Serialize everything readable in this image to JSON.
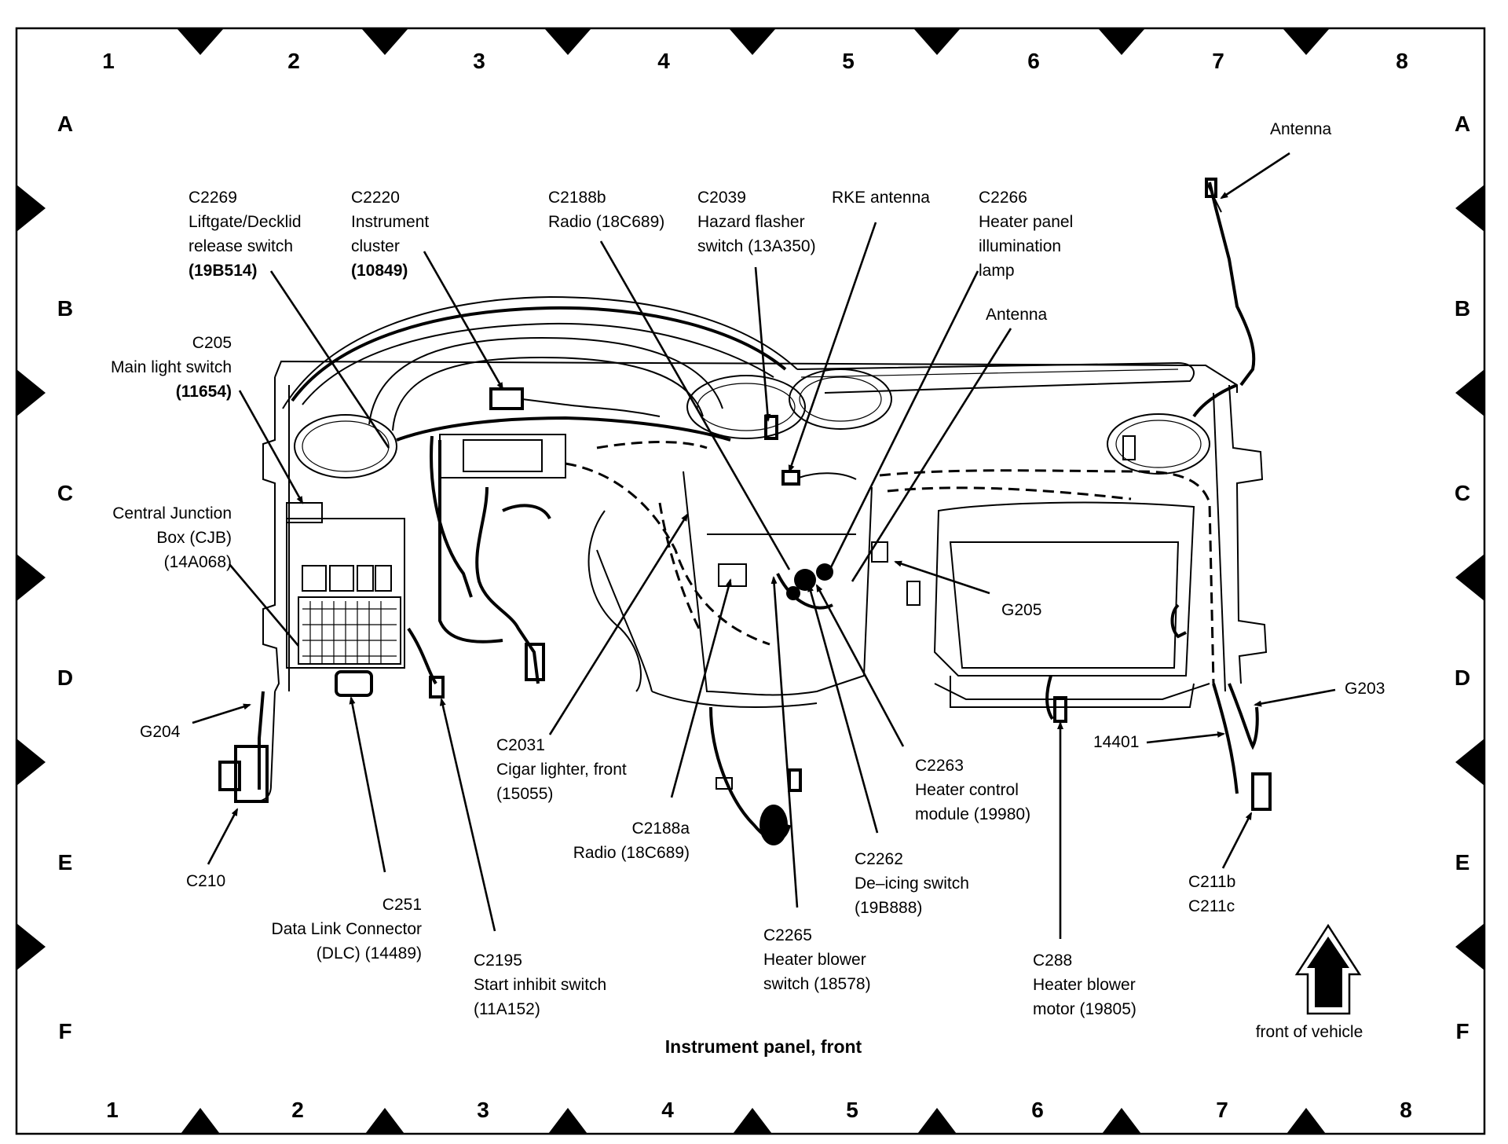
{
  "figure": {
    "title": "Instrument panel, front",
    "orientation_label": "front of vehicle",
    "orientation_icon": "up-arrow-icon"
  },
  "grid": {
    "columns": [
      "1",
      "2",
      "3",
      "4",
      "5",
      "6",
      "7",
      "8"
    ],
    "rows": [
      "A",
      "B",
      "C",
      "D",
      "E",
      "F"
    ]
  },
  "callouts": [
    {
      "id": "c2269",
      "lines": [
        "C2269",
        "Liftgate/Decklid",
        "release switch",
        "(19B514)"
      ],
      "bold_last": true
    },
    {
      "id": "c2220",
      "lines": [
        "C2220",
        "Instrument",
        "cluster",
        "(10849)"
      ],
      "bold_last": true
    },
    {
      "id": "c2188b",
      "lines": [
        "C2188b",
        "Radio (18C689)"
      ]
    },
    {
      "id": "c2039",
      "lines": [
        "C2039",
        "Hazard flasher",
        "switch (13A350)"
      ]
    },
    {
      "id": "rke-antenna",
      "lines": [
        "RKE antenna"
      ]
    },
    {
      "id": "c2266",
      "lines": [
        "C2266",
        "Heater panel",
        "illumination",
        "lamp"
      ]
    },
    {
      "id": "antenna-center",
      "lines": [
        "Antenna"
      ]
    },
    {
      "id": "antenna-top",
      "lines": [
        "Antenna"
      ]
    },
    {
      "id": "c205",
      "lines": [
        "C205",
        "Main light switch",
        "(11654)"
      ],
      "bold_last": true
    },
    {
      "id": "cjb",
      "lines": [
        "Central Junction",
        "Box (CJB)",
        "(14A068)"
      ]
    },
    {
      "id": "g205",
      "lines": [
        "G205"
      ]
    },
    {
      "id": "g203",
      "lines": [
        "G203"
      ]
    },
    {
      "id": "g204",
      "lines": [
        "G204"
      ]
    },
    {
      "id": "w14401",
      "lines": [
        "14401"
      ]
    },
    {
      "id": "c2031",
      "lines": [
        "C2031",
        "Cigar lighter, front",
        "(15055)"
      ]
    },
    {
      "id": "c2263",
      "lines": [
        "C2263",
        "Heater control",
        "module (19980)"
      ]
    },
    {
      "id": "c2188a",
      "lines": [
        "C2188a",
        "Radio (18C689)"
      ]
    },
    {
      "id": "c210",
      "lines": [
        "C210"
      ]
    },
    {
      "id": "c211",
      "lines": [
        "C211b",
        "C211c"
      ]
    },
    {
      "id": "c2262",
      "lines": [
        "C2262",
        "De–icing switch",
        "(19B888)"
      ]
    },
    {
      "id": "c251",
      "lines": [
        "C251",
        "Data Link Connector",
        "(DLC) (14489)"
      ]
    },
    {
      "id": "c2195",
      "lines": [
        "C2195",
        "Start inhibit switch",
        "(11A152)"
      ]
    },
    {
      "id": "c2265",
      "lines": [
        "C2265",
        "Heater blower",
        "switch (18578)"
      ]
    },
    {
      "id": "c288",
      "lines": [
        "C288",
        "Heater blower",
        "motor (19805)"
      ]
    }
  ]
}
